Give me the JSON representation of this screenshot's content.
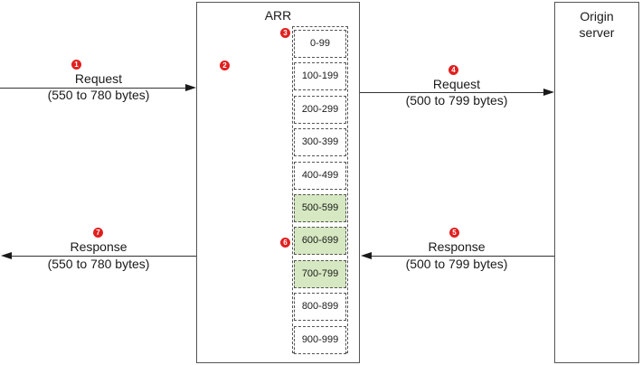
{
  "arr": {
    "title": "ARR"
  },
  "origin": {
    "title_line1": "Origin",
    "title_line2": "server"
  },
  "cache_ranges": [
    "0-99",
    "100-199",
    "200-299",
    "300-399",
    "400-499",
    "500-599",
    "600-699",
    "700-799",
    "800-899",
    "900-999"
  ],
  "highlighted_ranges": [
    "500-599",
    "600-699",
    "700-799"
  ],
  "highlight_color": "#d6e8c1",
  "step_badge_color": "#e02020",
  "steps": {
    "s1": "1",
    "s2": "2",
    "s3": "3",
    "s4": "4",
    "s5": "5",
    "s6": "6",
    "s7": "7"
  },
  "client_request": {
    "title": "Request",
    "bytes": "(550 to 780 bytes)"
  },
  "origin_request": {
    "title": "Request",
    "bytes": "(500 to 799 bytes)"
  },
  "origin_response": {
    "title": "Response",
    "bytes": "(500 to 799 bytes)"
  },
  "client_response": {
    "title": "Response",
    "bytes": "(550 to 780 bytes)"
  }
}
